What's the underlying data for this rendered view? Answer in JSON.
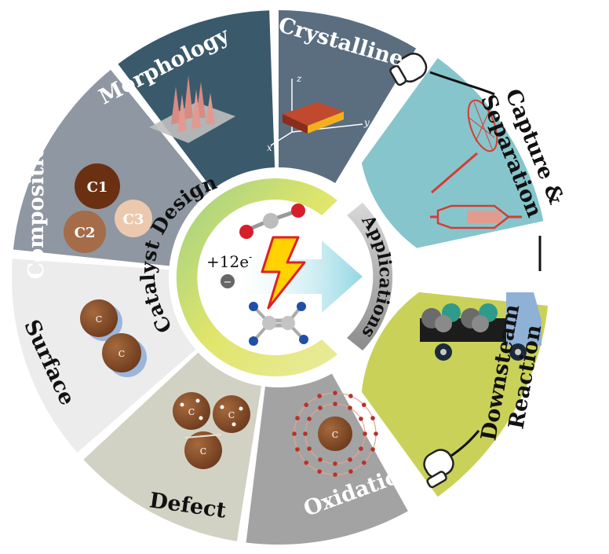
{
  "center": {
    "title": "Catalyst Design",
    "electrons": "+12e",
    "superscript": "-",
    "electron_sign": "−"
  },
  "applications_label": "Applications",
  "design_segments": [
    {
      "label": "Crystalline",
      "color": "#5a6e80"
    },
    {
      "label": "Morphology",
      "color": "#3a5a6c"
    },
    {
      "label": "Composition",
      "color": "#8e97a2"
    },
    {
      "label": "Surface",
      "color": "#ececec"
    },
    {
      "label": "Defect",
      "color": "#d2d2c4"
    },
    {
      "label": "Oxidation",
      "color": "#a3a3a3"
    }
  ],
  "application_segments": [
    {
      "label_line1": "Capture &",
      "label_line2": "Separation",
      "color": "#86c5cc"
    },
    {
      "label_line1": "Downsteam",
      "label_line2": "Reaction",
      "color": "#c9d159"
    }
  ],
  "composition_circles": [
    "C1",
    "C2",
    "C3"
  ],
  "atom_label": "C",
  "axes": {
    "x": "x",
    "y": "y",
    "z": "z"
  }
}
